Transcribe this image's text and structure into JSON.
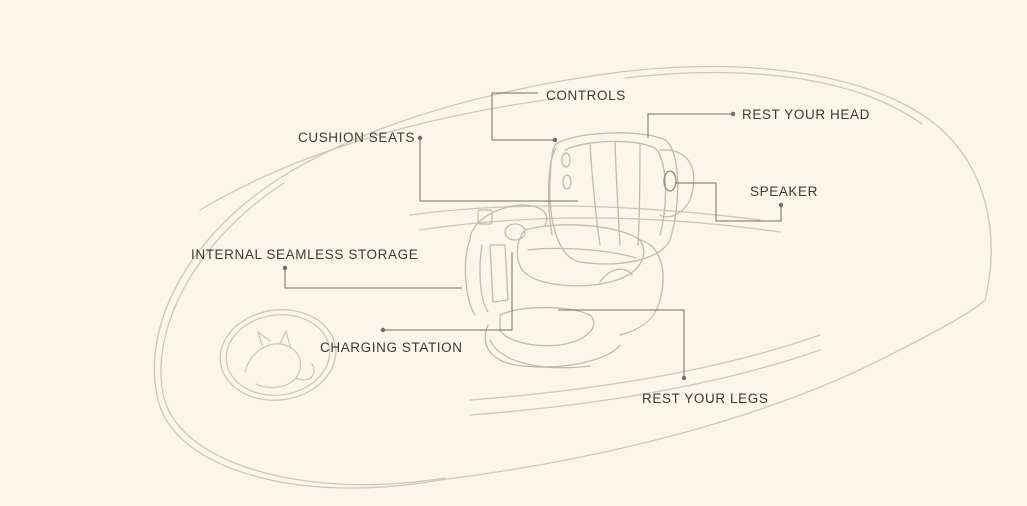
{
  "diagram": {
    "labels": {
      "controls": "CONTROLS",
      "rest_head": "REST YOUR HEAD",
      "cushion_seats": "CUSHION SEATS",
      "speaker": "SPEAKER",
      "storage": "INTERNAL SEAMLESS STORAGE",
      "charging": "CHARGING STATION",
      "rest_legs": "REST YOUR LEGS"
    },
    "colors": {
      "background": "#fcf6e9",
      "sketch": "#cfc7b6",
      "leader": "#6e6e6e",
      "text": "#3a3a3a"
    }
  }
}
